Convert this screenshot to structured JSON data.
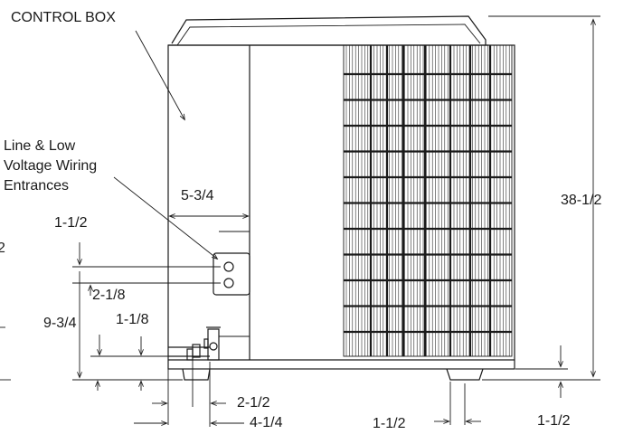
{
  "callouts": {
    "control_box": "CONTROL BOX",
    "wiring_line1": "Line  & Low",
    "wiring_line2": "Voltage Wiring",
    "wiring_line3": "Entrances"
  },
  "dimensions": {
    "height_total": "38-1/2",
    "control_box_width": "5-3/4",
    "entrance_top": "1-1/2",
    "entrance_spacing": "2-1/8",
    "service_valve_height": "9-3/4",
    "valve_spacing": "1-1/8",
    "valve_offset": "2-1/2",
    "valve_outer_offset": "4-1/4",
    "foot_width": "1-1/2",
    "foot_height": "1-1/2",
    "left_edge_fragment": "2"
  }
}
